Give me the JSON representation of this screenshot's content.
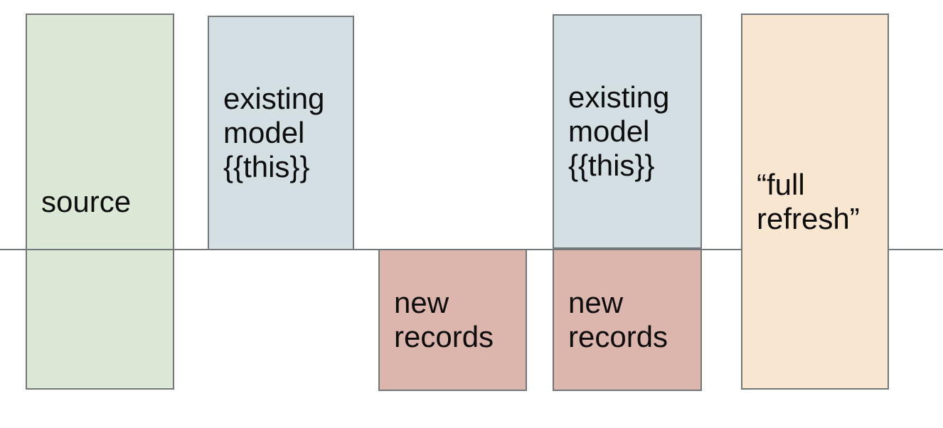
{
  "diagram": {
    "colors": {
      "background": "#ffffff",
      "border": "#74777a",
      "timeline": "#74777a",
      "text": "#0d0d0d",
      "source_fill": "#dce8d6",
      "existing_model_fill": "#d3dfe3",
      "new_records_fill": "#dcb6ad",
      "full_refresh_fill": "#f8e6d0"
    },
    "boxes": [
      {
        "id": "source",
        "label": "source",
        "fill": "#dce8d6"
      },
      {
        "id": "existing-model-left",
        "label": "existing\nmodel\n{{this}}",
        "fill": "#d3dfe3"
      },
      {
        "id": "new-records-left",
        "label": "new\nrecords",
        "fill": "#dcb6ad"
      },
      {
        "id": "existing-model-right",
        "label": "existing\nmodel\n{{this}}",
        "fill": "#d3dfe3"
      },
      {
        "id": "new-records-right",
        "label": "new\nrecords",
        "fill": "#dcb6ad"
      },
      {
        "id": "full-refresh",
        "label": "“full\nrefresh”",
        "fill": "#f8e6d0"
      }
    ]
  }
}
